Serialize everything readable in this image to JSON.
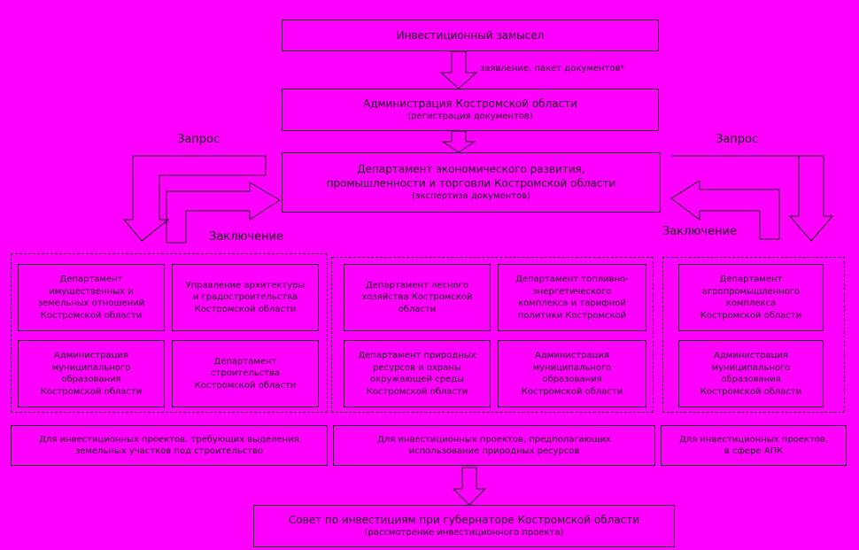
{
  "top": {
    "title": "Инвестиционный замысел",
    "arrow_note": "заявление, пакет документов*"
  },
  "admin": {
    "title": "Администрация Костромской области",
    "sub": "(регистрация документов)"
  },
  "dept": {
    "line1": "Департамент экономического развития,",
    "line2": "промышленности и торговли Костромской области",
    "sub": "(экспертиза документов)"
  },
  "side_labels": {
    "request_left": "Запрос",
    "request_right": "Запрос",
    "conclusion_left": "Заключение",
    "conclusion_right": "Заключение"
  },
  "group_left": {
    "items": [
      {
        "lines": [
          "Департамент",
          "имущественных и",
          "земельных отношений",
          "Костромской области"
        ]
      },
      {
        "lines": [
          "Управление архитектуры",
          "и градостроительства",
          "Костромской области"
        ]
      },
      {
        "lines": [
          "Администрация",
          "муниципального",
          "образования",
          "Костромской области"
        ]
      },
      {
        "lines": [
          "Департамент",
          "строительства",
          "Костромской области"
        ]
      }
    ]
  },
  "group_middle": {
    "items": [
      {
        "lines": [
          "Департамент лесного",
          "хозяйства Костромской",
          "области"
        ]
      },
      {
        "lines": [
          "Департамент топливно-",
          "энергетического",
          "комплекса и тарифной",
          "политики Костромской"
        ]
      },
      {
        "lines": [
          "Департамент природных",
          "ресурсов и охраны",
          "окружающей среды",
          "Костромской области"
        ]
      },
      {
        "lines": [
          "Администрация",
          "муниципального",
          "образования",
          "Костромской области"
        ]
      }
    ]
  },
  "group_right": {
    "items": [
      {
        "lines": [
          "Департамент",
          "агропромышленного",
          "комплекса",
          "Костромской области"
        ]
      },
      {
        "lines": [
          "Администрация",
          "муниципального",
          "образования",
          "Костромской области"
        ]
      }
    ]
  },
  "notes": {
    "left": [
      "Для инвестиционных проектов, требующих выделения",
      "земельных участков под строительство"
    ],
    "middle": [
      "Для инвестиционных проектов, предполагающих",
      "использование природных ресурсов"
    ],
    "right": [
      "Для инвестиционных проектов,",
      "в сфере АПК"
    ]
  },
  "council": {
    "title": "Совет по инвестициям при губернаторе Костромской области",
    "sub": "(рассмотрение инвестиционного проекта)"
  }
}
